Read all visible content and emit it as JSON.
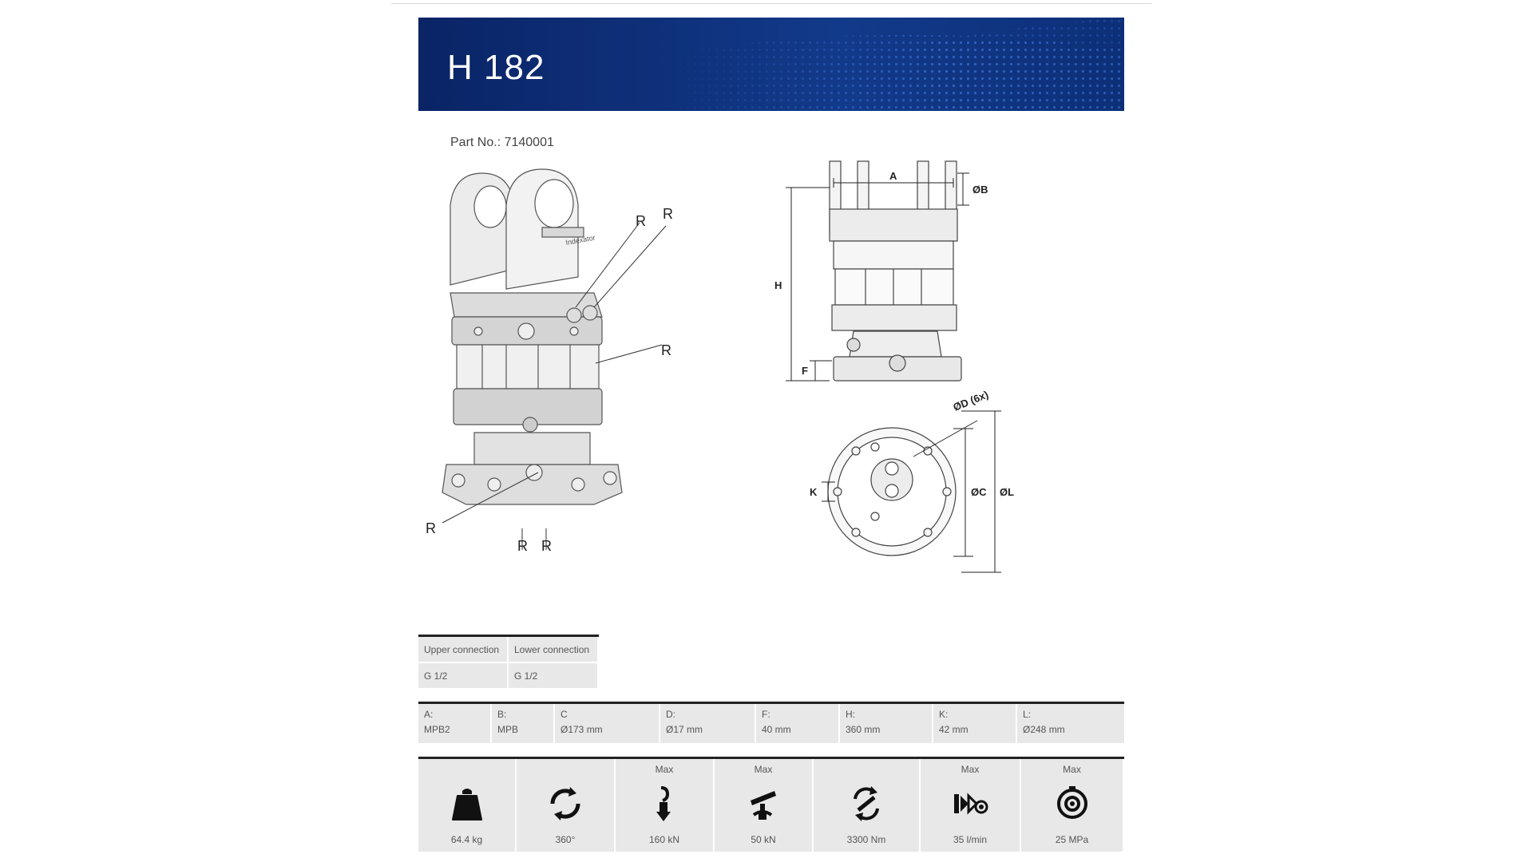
{
  "product": {
    "title": "H 182"
  },
  "part": {
    "label": "Part No.: 7140001"
  },
  "drawing": {
    "labels": {
      "r": "R",
      "a": "A",
      "b": "ØB",
      "h": "H",
      "f": "F",
      "d": "ØD (6x)",
      "k": "K",
      "c": "ØC",
      "l": "ØL"
    },
    "brand_mark": "Indexator"
  },
  "connections": {
    "headers": [
      "Upper connection",
      "Lower connection"
    ],
    "values": [
      "G 1/2",
      "G 1/2"
    ]
  },
  "dimensions": [
    {
      "label": "A:",
      "value": "MPB2"
    },
    {
      "label": "B:",
      "value": "MPB"
    },
    {
      "label": "C",
      "value": "Ø173 mm"
    },
    {
      "label": "D:",
      "value": "Ø17 mm"
    },
    {
      "label": "F:",
      "value": "40 mm"
    },
    {
      "label": "H:",
      "value": "360 mm"
    },
    {
      "label": "K:",
      "value": "42 mm"
    },
    {
      "label": "L:",
      "value": "Ø248 mm"
    }
  ],
  "specs": [
    {
      "max": "",
      "value": "64.4 kg",
      "icon": "weight-icon"
    },
    {
      "max": "",
      "value": "360°",
      "icon": "rotation-icon"
    },
    {
      "max": "Max",
      "value": "160 kN",
      "icon": "static-load-icon"
    },
    {
      "max": "Max",
      "value": "50 kN",
      "icon": "dynamic-load-icon"
    },
    {
      "max": "",
      "value": "3300 Nm",
      "icon": "torque-icon"
    },
    {
      "max": "Max",
      "value": "35 l/min",
      "icon": "oil-flow-icon"
    },
    {
      "max": "Max",
      "value": "25 MPa",
      "icon": "pressure-icon"
    }
  ],
  "colors": {
    "banner": "#0b2a6b",
    "cell": "#e8e8e8",
    "rule": "#222222"
  }
}
